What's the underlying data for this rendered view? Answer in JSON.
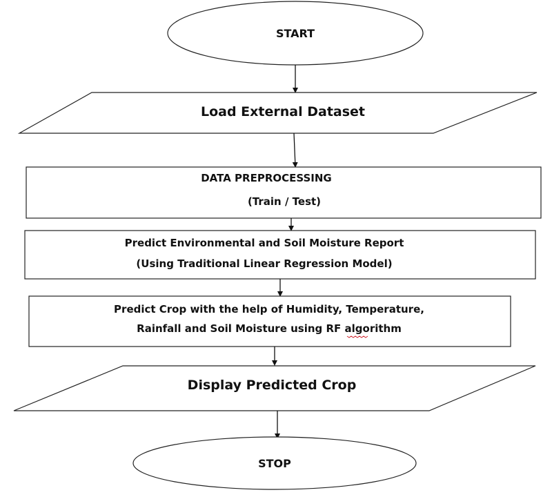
{
  "flowchart": {
    "start": "START",
    "load_dataset": "Load External Dataset",
    "preprocessing": {
      "line1": "DATA PREPROCESSING",
      "line2": "(Train / Test)"
    },
    "predict_env": {
      "line1": "Predict Environmental and Soil Moisture Report",
      "line2": "(Using Traditional Linear Regression Model)"
    },
    "predict_crop": {
      "line1": "Predict Crop with the help of Humidity, Temperature,",
      "line2": "Rainfall and Soil Moisture using RF algorithm"
    },
    "display": "Display Predicted Crop",
    "stop": "STOP"
  },
  "colors": {
    "stroke": "#222222",
    "text": "#111111",
    "spellcheck_underline": "#d0202a"
  }
}
